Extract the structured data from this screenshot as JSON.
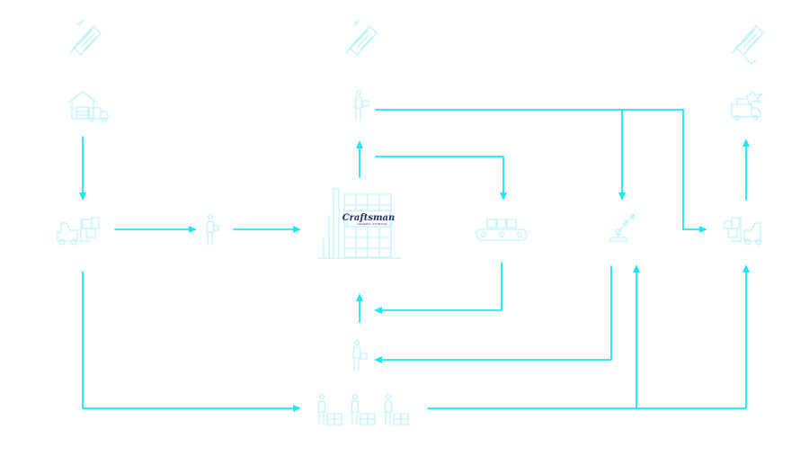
{
  "colors": {
    "arrow": "#1fe6f5",
    "icon": "#bff4fb",
    "logo_text": "#1c2f6b"
  },
  "logo": {
    "brand": "Craftsman",
    "tagline": "GENERAL STORAGE"
  },
  "nodes": [
    {
      "id": "doc-left",
      "icon": "document-stack-icon"
    },
    {
      "id": "doc-center",
      "icon": "document-stack-icon"
    },
    {
      "id": "doc-right",
      "icon": "document-stack-icon"
    },
    {
      "id": "supplier",
      "icon": "warehouse-truck-icon"
    },
    {
      "id": "receiving",
      "icon": "forklift-icon"
    },
    {
      "id": "inspector",
      "icon": "worker-icon"
    },
    {
      "id": "manager",
      "icon": "worker-icon"
    },
    {
      "id": "storage",
      "icon": "rack-building-icon"
    },
    {
      "id": "conveyor",
      "icon": "conveyor-icon"
    },
    {
      "id": "robot",
      "icon": "robot-arm-icon"
    },
    {
      "id": "dispatch",
      "icon": "forklift-icon"
    },
    {
      "id": "customer",
      "icon": "truck-plane-icon"
    },
    {
      "id": "picker",
      "icon": "worker-icon"
    },
    {
      "id": "team",
      "icon": "workers-group-icon"
    }
  ]
}
